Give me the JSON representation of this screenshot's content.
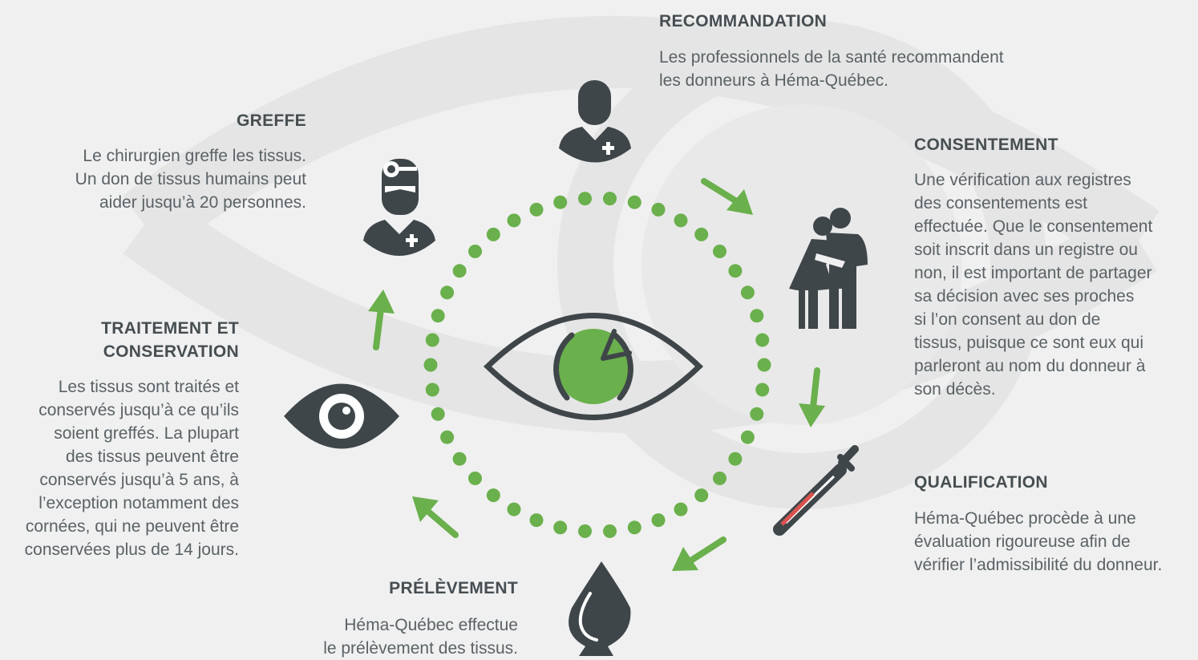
{
  "steps": {
    "recommandation": {
      "title": "RECOMMANDATION",
      "text": "Les professionnels de la santé recommandent\nles donneurs à Héma-Québec.",
      "icon": "doctor-icon"
    },
    "consentement": {
      "title": "CONSENTEMENT",
      "text": "Une vérification aux registres\ndes consentements est\neffectuée. Que le consentement\nsoit inscrit dans un registre ou\nnon, il est important de partager\nsa décision avec ses proches\nsi l’on consent au don de\ntissus, puisque ce sont eux qui\nparleront au nom du donneur à\nson décès.",
      "icon": "couple-hug-icon"
    },
    "qualification": {
      "title": "QUALIFICATION",
      "text": "Héma-Québec procède à une\névaluation rigoureuse afin de\nvérifier l’admissibilité du donneur.",
      "icon": "pipette-icon"
    },
    "prelevement": {
      "title": "PRÉLÈVEMENT",
      "text": "Héma-Québec effectue\nle prélèvement des tissus.",
      "icon": "drop-icon"
    },
    "traitement": {
      "title": "TRAITEMENT ET\nCONSERVATION",
      "text": "Les tissus sont traités et\nconservés jusqu’à ce qu’ils\nsoient greffés. La plupart\ndes tissus peuvent être\nconservés jusqu’à 5 ans, à\nl’exception notamment des\ncornées, qui ne peuvent être\nconservées plus de 14 jours.",
      "icon": "eye-icon"
    },
    "greffe": {
      "title": "GREFFE",
      "text": "Le chirurgien greffe les tissus.\nUn don de tissus humains peut\naider jusqu’à 20 personnes.",
      "icon": "surgeon-icon"
    }
  },
  "center_icon": "eye-with-clock-icon",
  "colors": {
    "accent_green": "#6ab04c",
    "icon_dark": "#3f4649",
    "text": "#4a5256",
    "background": "#f0f0f0",
    "watermark": "#e4e4e4"
  }
}
